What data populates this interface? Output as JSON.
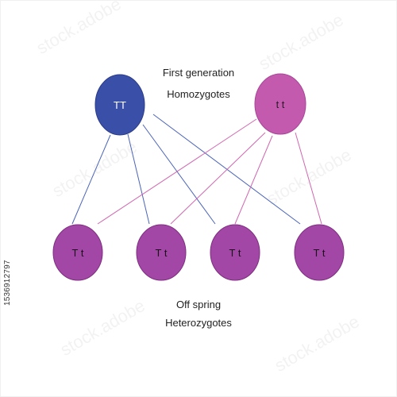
{
  "labels": {
    "top_line1": "First generation",
    "top_line2": "Homozygotes",
    "bottom_line1": "Off spring",
    "bottom_line2": "Heterozygotes"
  },
  "parents": [
    {
      "genotype": "TT",
      "color": "#3a4fa8"
    },
    {
      "genotype": "t t",
      "color": "#c35aad"
    }
  ],
  "offspring": [
    {
      "genotype": "T t",
      "color": "#a347a6"
    },
    {
      "genotype": "T t",
      "color": "#a347a6"
    },
    {
      "genotype": "T t",
      "color": "#a347a6"
    },
    {
      "genotype": "T t",
      "color": "#a347a6"
    }
  ],
  "line_colors": {
    "from_TT": "#4a64b8",
    "from_tt": "#d066b0"
  },
  "watermark": {
    "stock_id": "1536912797",
    "pattern_text": "stock.adobe"
  }
}
